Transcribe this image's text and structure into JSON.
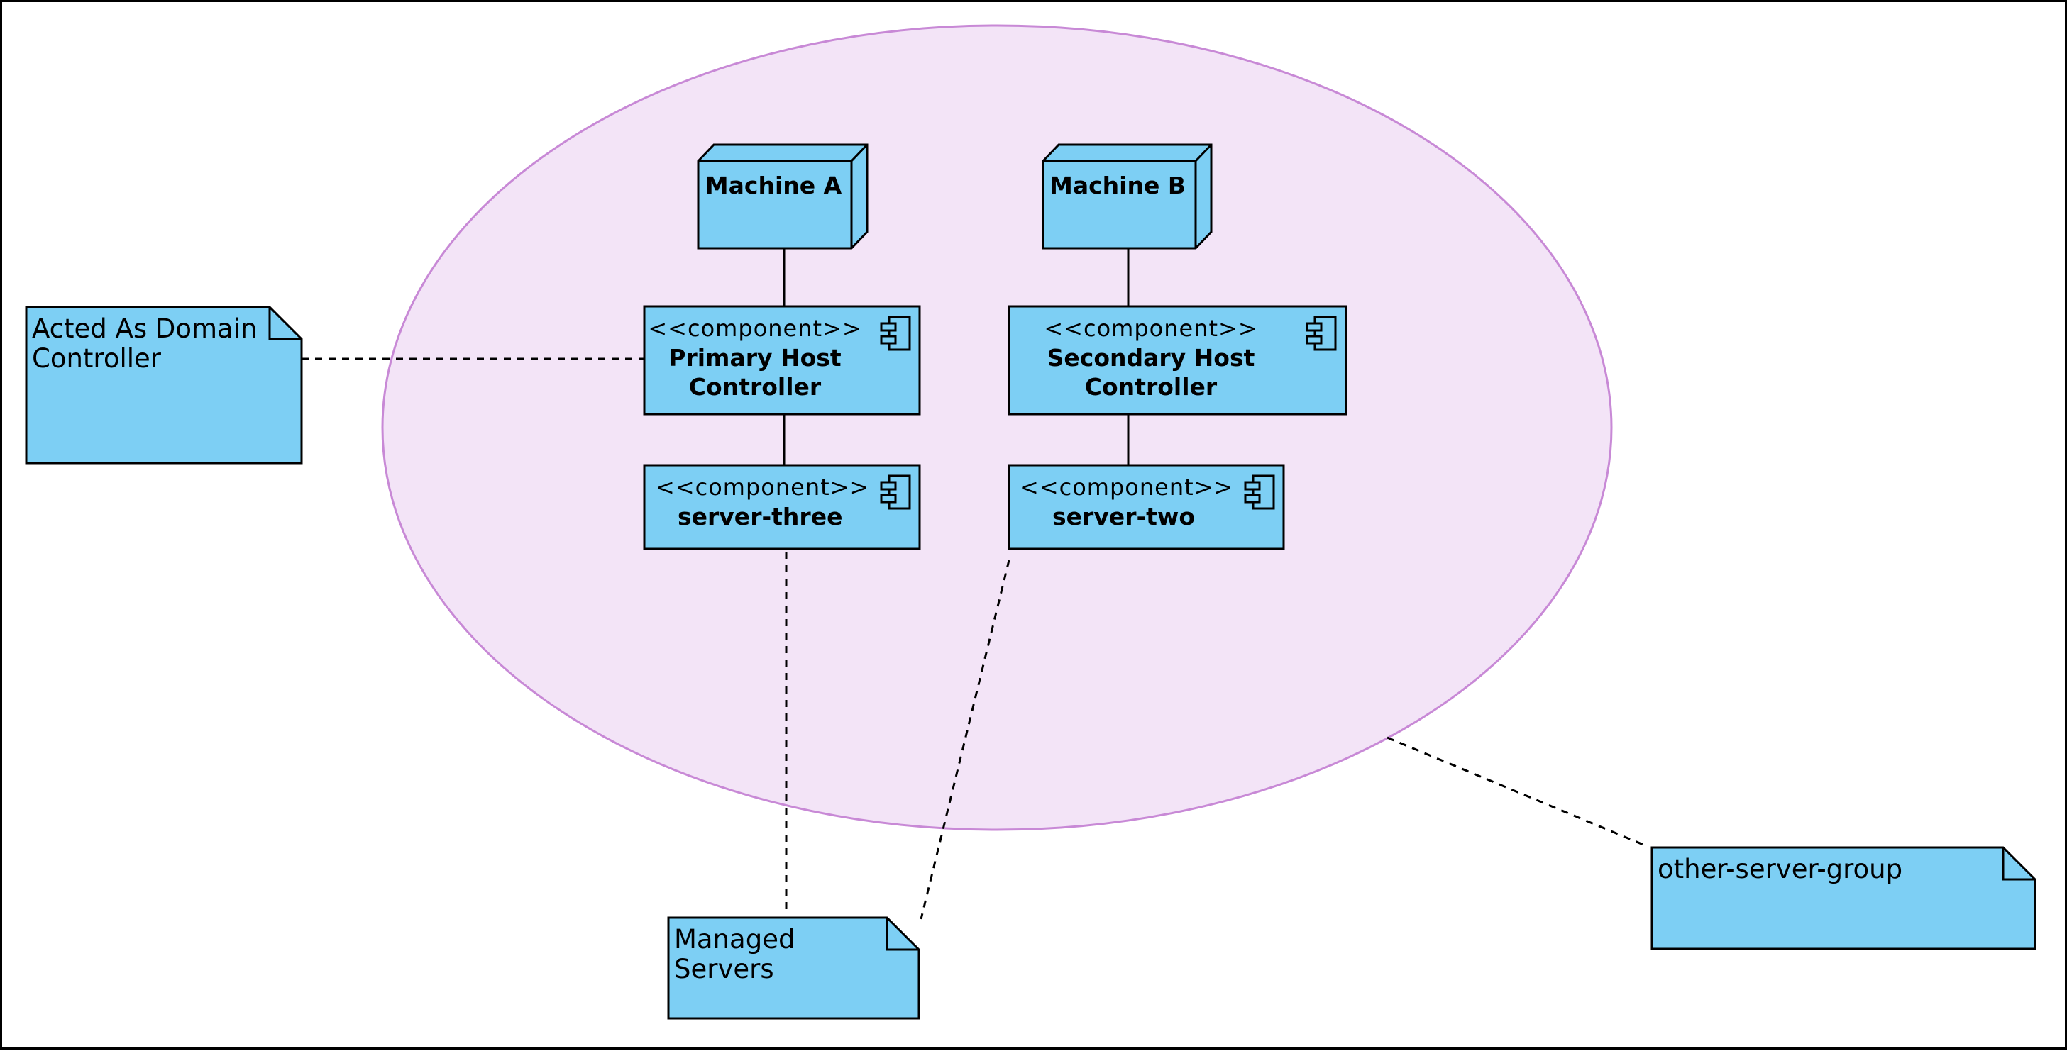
{
  "diagram": {
    "group_fill": "#f3e4f7",
    "group_stroke": "#c889d6",
    "box_fill": "#7dcff4",
    "nodes": {
      "machine_a": "Machine A",
      "machine_b": "Machine B"
    },
    "components": {
      "stereotype": "<<component>>",
      "primary_host_line1": "Primary Host",
      "primary_host_line2": "Controller",
      "secondary_host_line1": "Secondary Host",
      "secondary_host_line2": "Controller",
      "server_three": "server-three",
      "server_two": "server-two"
    },
    "notes": {
      "domain_controller_line1": "Acted As Domain",
      "domain_controller_line2": "Controller",
      "managed_servers_line1": "Managed",
      "managed_servers_line2": "Servers",
      "other_server_group": "other-server-group"
    }
  }
}
